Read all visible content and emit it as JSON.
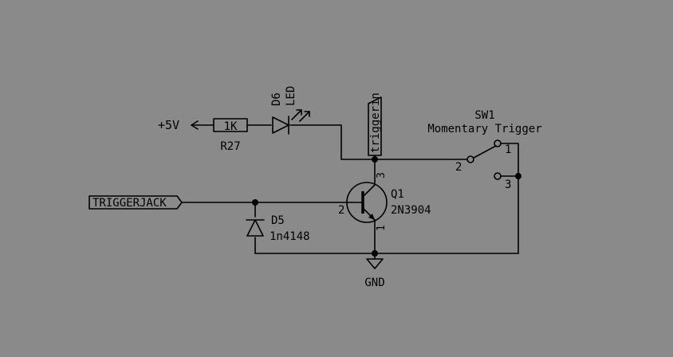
{
  "colors": {
    "background": "#8a8a8a",
    "ink": "#000000"
  },
  "power": {
    "label": "+5V"
  },
  "resistor": {
    "value": "1K",
    "ref": "R27"
  },
  "led": {
    "ref": "D6",
    "value": "LED"
  },
  "trigger_label": {
    "text": "triggerin"
  },
  "switch": {
    "ref": "SW1",
    "value": "Momentary Trigger",
    "pin1": "1",
    "pin2": "2",
    "pin3": "3"
  },
  "jack": {
    "text": "TRIGGERJACK"
  },
  "diode": {
    "ref": "D5",
    "value": "1n4148"
  },
  "transistor": {
    "ref": "Q1",
    "value": "2N3904",
    "pin1": "1",
    "pin2": "2",
    "pin3": "3"
  },
  "ground": {
    "label": "GND"
  }
}
